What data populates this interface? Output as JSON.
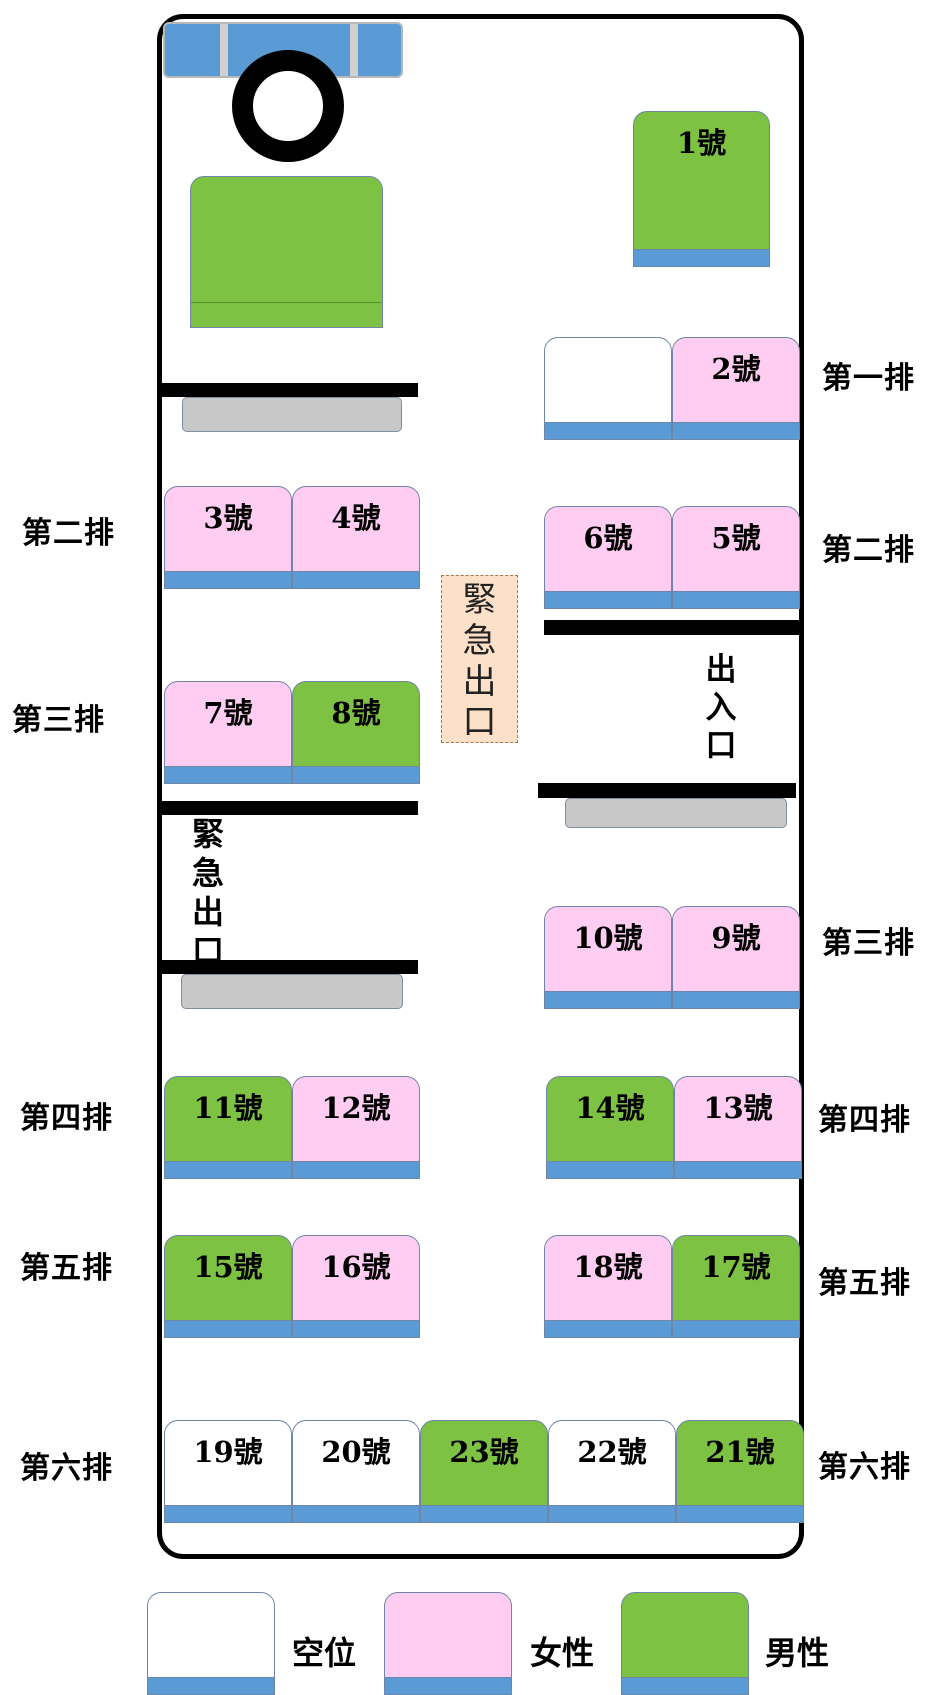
{
  "seats": [
    {
      "label": "1號",
      "color": "male"
    },
    {
      "label": "",
      "color": "empty"
    },
    {
      "label": "2號",
      "color": "female"
    },
    {
      "label": "3號",
      "color": "female"
    },
    {
      "label": "4號",
      "color": "female"
    },
    {
      "label": "6號",
      "color": "female"
    },
    {
      "label": "5號",
      "color": "female"
    },
    {
      "label": "7號",
      "color": "female"
    },
    {
      "label": "8號",
      "color": "male"
    },
    {
      "label": "10號",
      "color": "female"
    },
    {
      "label": "9號",
      "color": "female"
    },
    {
      "label": "11號",
      "color": "male"
    },
    {
      "label": "12號",
      "color": "female"
    },
    {
      "label": "14號",
      "color": "male"
    },
    {
      "label": "13號",
      "color": "female"
    },
    {
      "label": "15號",
      "color": "male"
    },
    {
      "label": "16號",
      "color": "female"
    },
    {
      "label": "18號",
      "color": "female"
    },
    {
      "label": "17號",
      "color": "male"
    },
    {
      "label": "19號",
      "color": "empty"
    },
    {
      "label": "20號",
      "color": "empty"
    },
    {
      "label": "23號",
      "color": "male"
    },
    {
      "label": "22號",
      "color": "empty"
    },
    {
      "label": "21號",
      "color": "male"
    }
  ],
  "row_labels_left": [
    "第二排",
    "第三排",
    "第四排",
    "第五排",
    "第六排"
  ],
  "row_labels_right": [
    "第一排",
    "第二排",
    "第三排",
    "第四排",
    "第五排",
    "第六排"
  ],
  "emergency_exit_box": [
    "緊",
    "急",
    "出",
    "口"
  ],
  "emergency_exit_left": [
    "緊",
    "急",
    "出",
    "口"
  ],
  "entrance": [
    "出",
    "入",
    "口"
  ],
  "legend": [
    {
      "label": "空位",
      "color": "empty"
    },
    {
      "label": "女性",
      "color": "female"
    },
    {
      "label": "男性",
      "color": "male"
    }
  ],
  "colors": {
    "empty": "#ffffff",
    "female": "#ffccf2",
    "male": "#7dc242",
    "seat_base": "#5b9bd5",
    "exit_box": "#fde0c8"
  }
}
